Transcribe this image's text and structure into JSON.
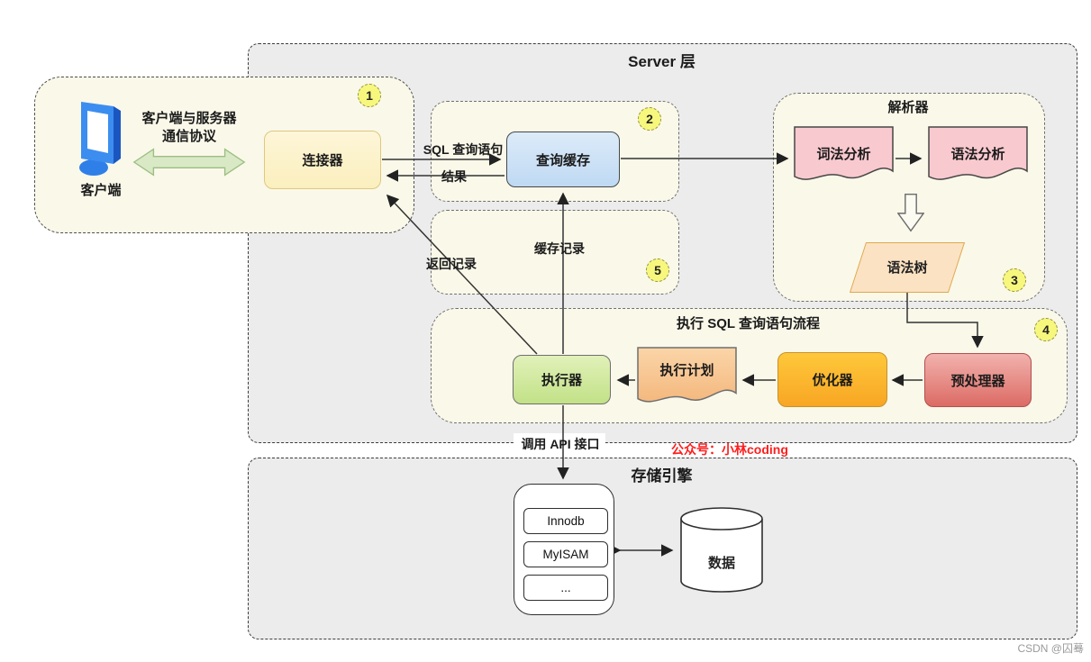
{
  "server": {
    "title": "Server 层"
  },
  "client_area": {
    "badge": "1",
    "client_label": "客户端",
    "protocol_line1": "客户端与服务器",
    "protocol_line2": "通信协议",
    "connector_label": "连接器"
  },
  "query_cache_area": {
    "badge": "2",
    "cache_box_label": "查询缓存",
    "sql_label": "SQL 查询语句",
    "result_label": "结果"
  },
  "record_area": {
    "badge": "5",
    "cache_record_label": "缓存记录",
    "return_record_label": "返回记录"
  },
  "parser_area": {
    "title": "解析器",
    "badge": "3",
    "lexical_label": "词法分析",
    "syntax_label": "语法分析",
    "tree_label": "语法树"
  },
  "execute_area": {
    "title": "执行 SQL 查询语句流程",
    "badge": "4",
    "executor_label": "执行器",
    "plan_label": "执行计划",
    "optimizer_label": "优化器",
    "preprocessor_label": "预处理器"
  },
  "api_label": "调用 API 接口",
  "storage": {
    "title": "存储引擎",
    "engines": [
      "Innodb",
      "MyISAM",
      "..."
    ],
    "data_label": "数据"
  },
  "watermark_red": "公众号：小林coding",
  "watermark_csdn": "CSDN @囚蓦",
  "colors": {
    "server_bg": "#ECECEC",
    "panel_bg": "#FAF8E9",
    "connector_fill": "#FCF3CE",
    "query_cache_fill": "#C9DFF5",
    "parser_doc_fill": "#F8C9CF",
    "tree_fill": "#FBE2C2",
    "executor_fill": "#CDE696",
    "plan_fill": "#F8C794",
    "optimizer_fill": "#FBB62A",
    "preprocessor_fill": "#E4837C",
    "badge_fill": "#F7F77D",
    "arrow_green": "#D9E9C6",
    "client_icon_blue": "#2F7FE8",
    "red_text": "#FB1F1F"
  }
}
